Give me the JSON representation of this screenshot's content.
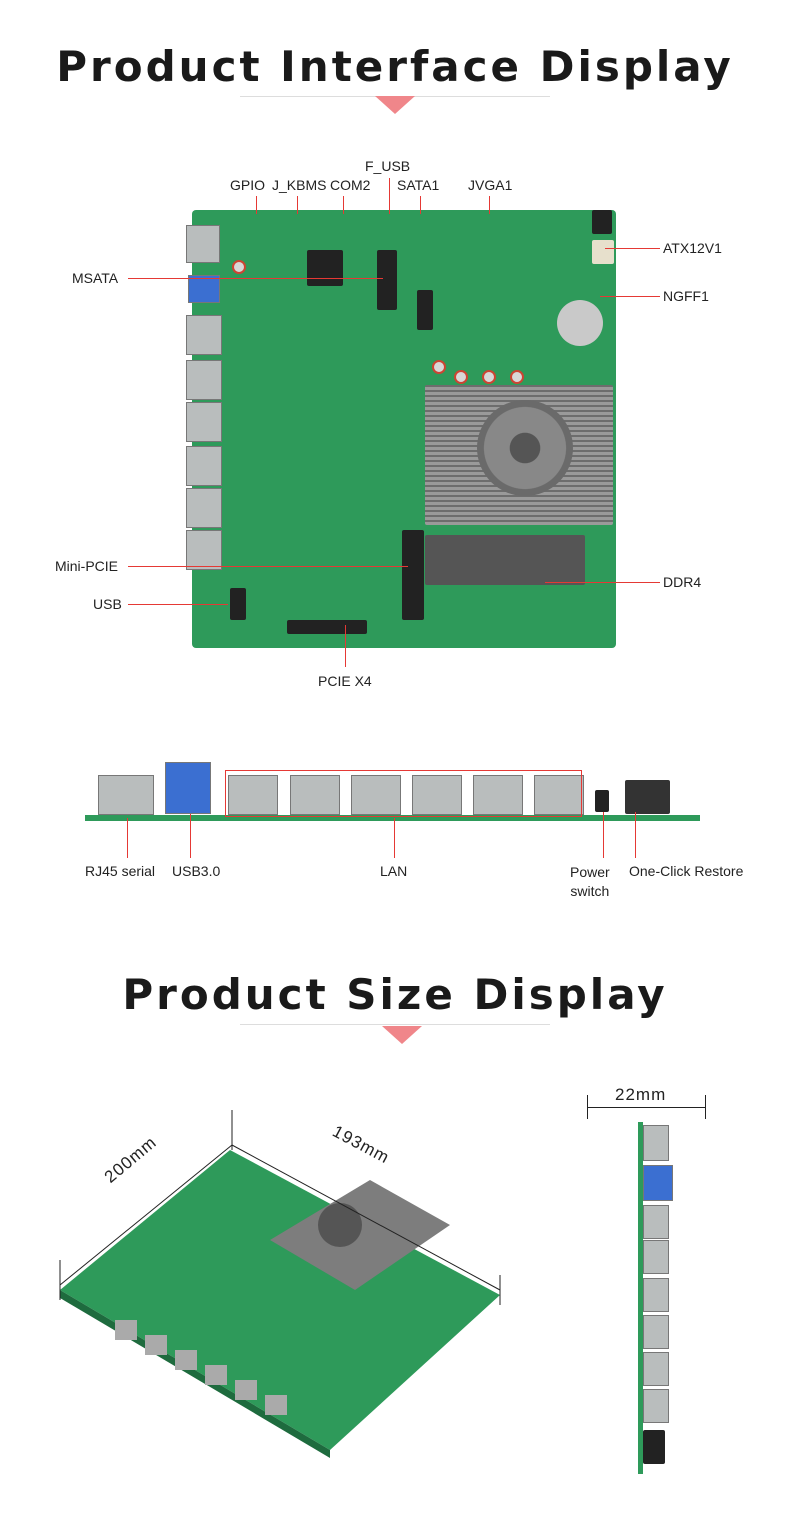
{
  "section1": {
    "title": "Product Interface Display",
    "labels": {
      "gpio": "GPIO",
      "jkbms": "J_KBMS",
      "com2": "COM2",
      "fusb": "F_USB",
      "sata1": "SATA1",
      "jvga1": "JVGA1",
      "atx12v1": "ATX12V1",
      "ngff1": "NGFF1",
      "msata": "MSATA",
      "minipcie": "Mini-PCIE",
      "usb": "USB",
      "ddr4": "DDR4",
      "pciex4": "PCIE X4"
    },
    "io_labels": {
      "rj45": "RJ45 serial",
      "usb30": "USB3.0",
      "lan": "LAN",
      "power": "Power\nswitch",
      "restore": "One-Click Restore"
    }
  },
  "section2": {
    "title": "Product Size Display",
    "dims": {
      "length": "193mm",
      "width": "200mm",
      "height": "22mm"
    }
  },
  "colors": {
    "accent": "#f0868a",
    "line": "#e53935",
    "pcb": "#2e9a5a"
  }
}
